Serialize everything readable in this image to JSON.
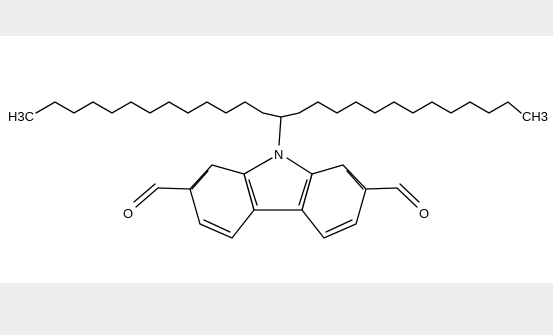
{
  "molecule": {
    "atoms": {
      "left_methyl": "H3C",
      "right_methyl": "CH3",
      "nitrogen": "N",
      "left_oxygen": "O",
      "right_oxygen": "O"
    },
    "colors": {
      "background": "#ffffff",
      "outer_band": "#eeeeee",
      "bond": "#000000"
    }
  }
}
